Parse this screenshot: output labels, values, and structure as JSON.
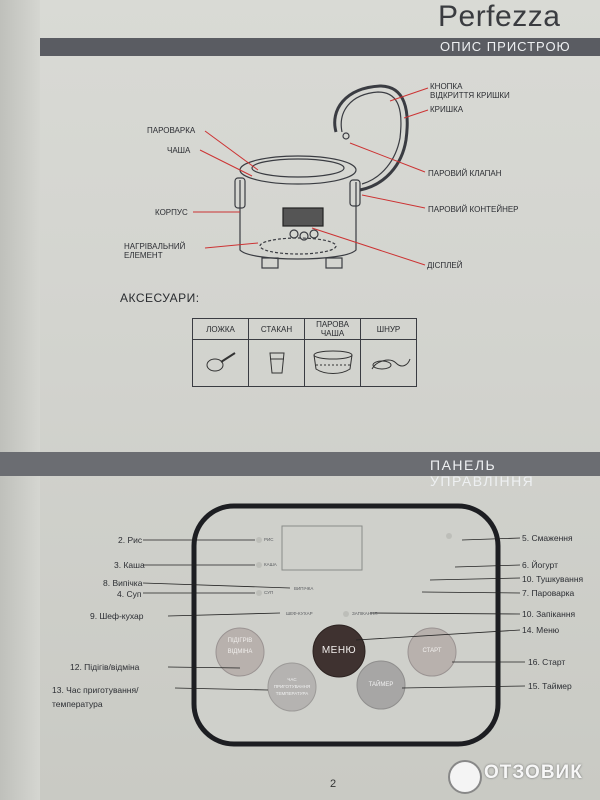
{
  "brand": "Perfezza",
  "section1": {
    "title": "ОПИС ПРИСТРОЮ"
  },
  "device_labels": {
    "lid_button": "КНОПКА\nВІДКРИТТЯ КРИШКИ",
    "lid": "КРИШКА",
    "steamer": "ПАРОВАРКА",
    "bowl": "ЧАША",
    "steam_valve": "ПАРОВИЙ КЛАПАН",
    "steam_container": "ПАРОВИЙ КОНТЕЙНЕР",
    "body": "КОРПУС",
    "heating": "НАГРІВАЛЬНИЙ\nЕЛЕМЕНТ",
    "display": "ДІСПЛЕЙ"
  },
  "accessories": {
    "title": "АКСЕСУАРИ:",
    "items": [
      "ЛОЖКА",
      "СТАКАН",
      "ПАРОВА ЧАША",
      "ШНУР"
    ]
  },
  "section2": {
    "title": "ПАНЕЛЬ УПРАВЛІННЯ"
  },
  "controls": {
    "rice": "2. Рис",
    "porridge": "3. Каша",
    "baking": "8. Випічка",
    "soup": "4. Суп",
    "chef": "9. Шеф-кухар",
    "heat_cancel": "12. Підігів/відміна",
    "time_temp": "13. Час приготування/\nтемпература",
    "frying": "5. Смаження",
    "yogurt": "6. Йогурт",
    "stewing": "10. Тушкування",
    "steaming": "7. Пароварка",
    "casserole": "10. Запікання",
    "menu": "14. Меню",
    "start": "16. Старт",
    "timer": "15. Таймер"
  },
  "panel": {
    "rice": "РИС",
    "porridge": "КАША",
    "baking": "ВИПІЧКА",
    "soup": "СУП",
    "chef": "ШЕФ-КУХАР",
    "casserole": "ЗАПІКАННЯ",
    "heat_btn": "ПІДІГРІВ\nВІДМІНА",
    "time_btn": "ЧАС\nПРИГОТУВАННЯ\nТЕМПЕРАТУРА",
    "menu_btn": "МЕНЮ",
    "start_btn": "СТАРТ",
    "timer_btn": "ТАЙМЕР"
  },
  "page_number": "2",
  "watermark": "ОТЗОВИК"
}
